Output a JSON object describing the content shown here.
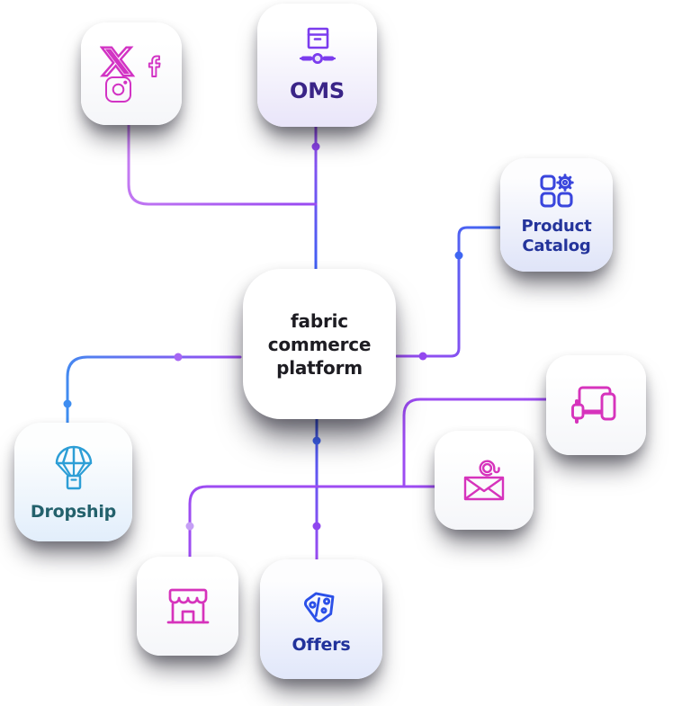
{
  "diagram": {
    "title": "fabric commerce platform integration diagram",
    "center": {
      "label": "fabric commerce platform"
    },
    "nodes": {
      "oms": {
        "label": "OMS",
        "icon": "package-network"
      },
      "product_catalog": {
        "label": "Product Catalog",
        "icon": "grid-gear"
      },
      "dropship": {
        "label": "Dropship",
        "icon": "parachute-box"
      },
      "offers": {
        "label": "Offers",
        "icon": "discount-tag"
      },
      "social": {
        "icons": [
          "x-logo",
          "facebook",
          "instagram"
        ]
      },
      "devices": {
        "icon": "multi-devices"
      },
      "email": {
        "icon": "email-at"
      },
      "store": {
        "icon": "storefront"
      }
    },
    "connectors": [
      {
        "from": "oms",
        "to": "center",
        "style": "purple-to-blue"
      },
      {
        "from": "social",
        "to": "oms-center-line",
        "style": "purple"
      },
      {
        "from": "center",
        "to": "product_catalog",
        "style": "purple-to-blue"
      },
      {
        "from": "center",
        "to": "dropship",
        "style": "purple-to-blue"
      },
      {
        "from": "center",
        "to": "offers",
        "style": "blue-to-purple"
      },
      {
        "from": "store",
        "to": "email",
        "style": "purple"
      },
      {
        "from": "trunk",
        "to": "devices",
        "style": "purple"
      }
    ],
    "colors": {
      "line_purple": "#9d4cf2",
      "line_blue": "#3f63f3",
      "icon_pink": "#d233c4",
      "icon_purple": "#7b3cee",
      "icon_blue": "#3a46dd",
      "icon_cyan": "#2d9ed6",
      "icon_tag_blue": "#2b50e8",
      "text_dark": "#1d1c22",
      "text_oms": "#3a2487",
      "text_indigo": "#24349b",
      "text_teal": "#23616c"
    }
  }
}
